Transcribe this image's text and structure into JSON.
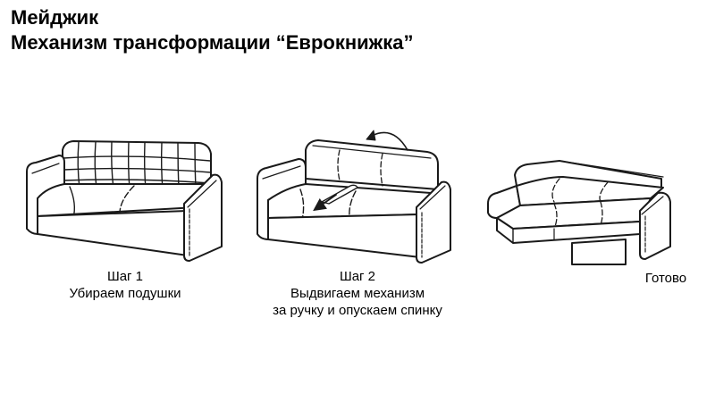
{
  "header": {
    "title": "Мейджик",
    "subtitle": "Механизм трансформации “Еврокнижка”"
  },
  "steps": [
    {
      "label": "Шаг 1",
      "description": "Убираем подушки"
    },
    {
      "label": "Шаг 2",
      "description_line1": "Выдвигаем механизм",
      "description_line2": "за ручку и опускаем спинку"
    },
    {
      "label": "Готово"
    }
  ],
  "colors": {
    "line": "#1a1a1a",
    "background": "#ffffff"
  }
}
